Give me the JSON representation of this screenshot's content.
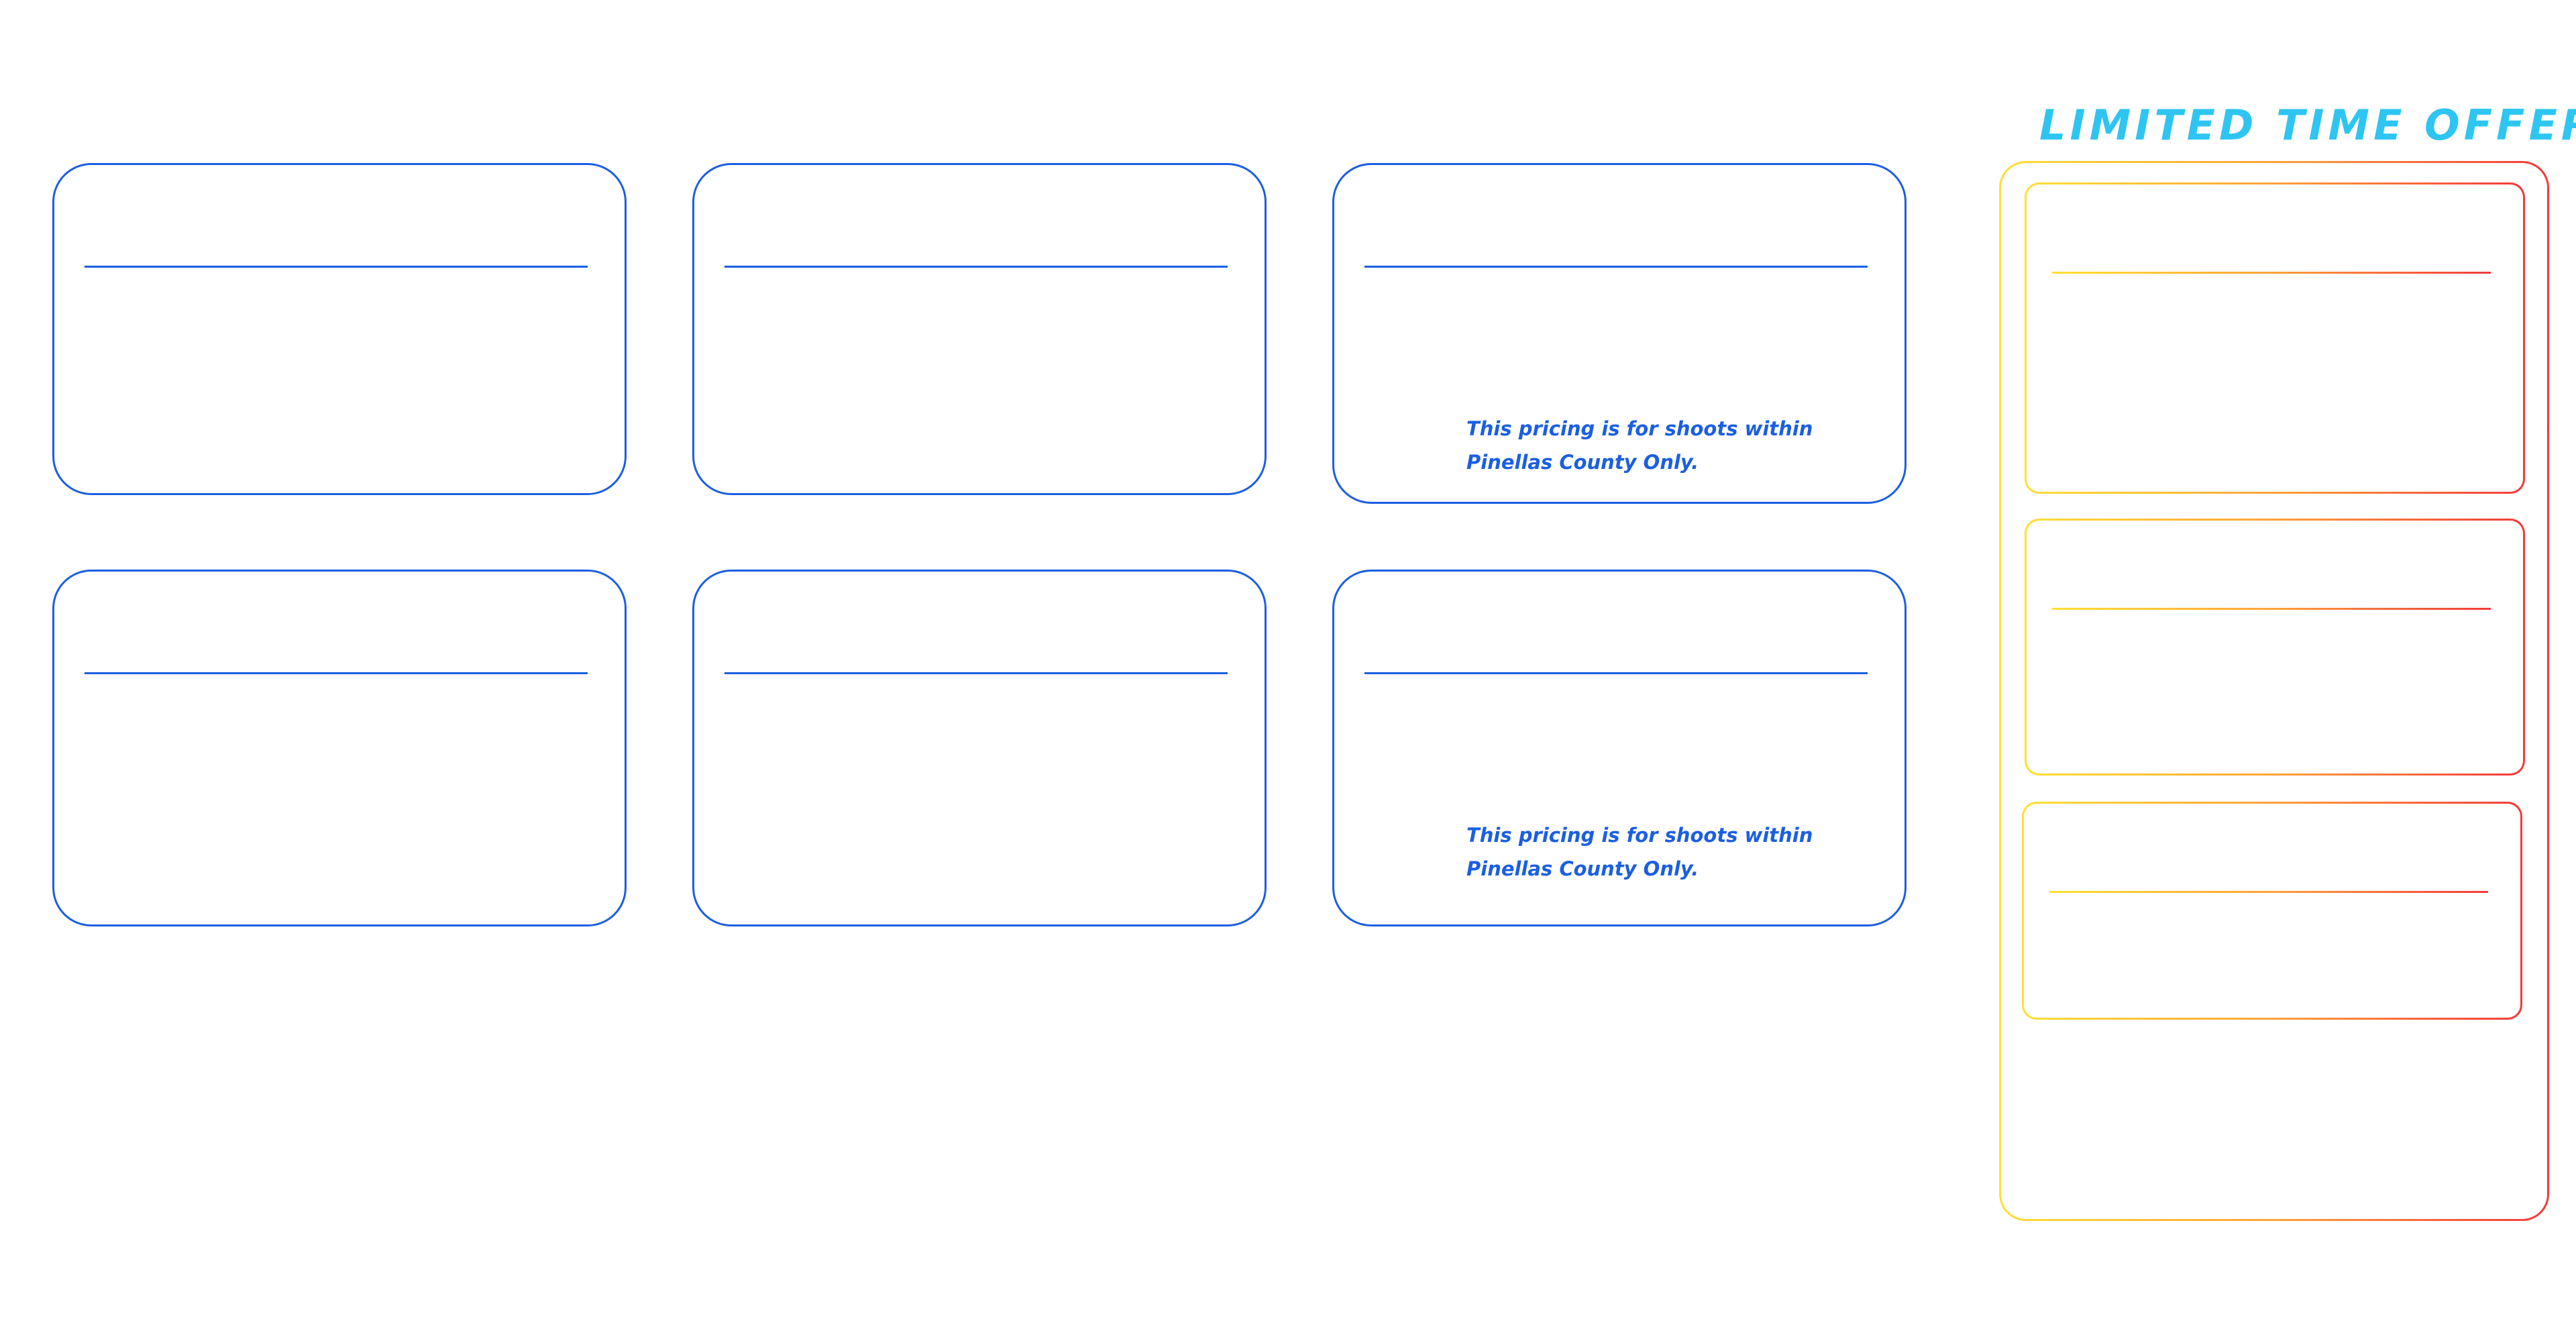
{
  "pricing_note": {
    "line1": "This pricing is for shoots within",
    "line2": "Pinellas County Only."
  },
  "offer": {
    "title": "LIMITED TIME OFFER"
  },
  "colors": {
    "card_border": "#1b5fe0",
    "note_text": "#1b5fe0",
    "offer_title": "#2ec5f2",
    "gradient_start": "#ffe033",
    "gradient_end": "#f23a3a",
    "background": "#ffffff"
  }
}
